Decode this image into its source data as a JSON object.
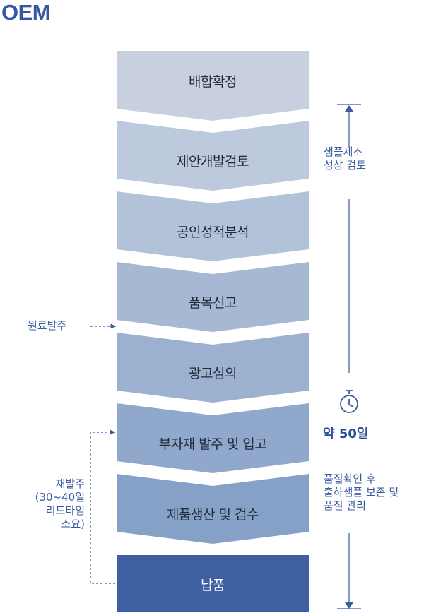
{
  "header": {
    "title": "OEM"
  },
  "steps": [
    {
      "label": "배합확정",
      "color": "#c8d0e0"
    },
    {
      "label": "제안개발검토",
      "color": "#bdc9dc"
    },
    {
      "label": "공인성적분석",
      "color": "#b2c2d8"
    },
    {
      "label": "품목신고",
      "color": "#a6b8d2"
    },
    {
      "label": "광고심의",
      "color": "#9bb1cf"
    },
    {
      "label": "부자재 발주 및 입고",
      "color": "#90a8cb"
    },
    {
      "label": "제품생산 및 검수",
      "color": "#85a1c7"
    },
    {
      "label": "납품",
      "color": "#3f5fa3"
    }
  ],
  "left_notes": {
    "raw_material_order": "원료발주",
    "reorder": [
      "재발주",
      "(30~40일",
      "리드타임",
      "소요)"
    ]
  },
  "right_notes": {
    "sample_review": [
      "샘플제조",
      "성상 검토"
    ],
    "duration": "약 50일",
    "quality_check": [
      "품질확인 후",
      "출하샘플 보존 및",
      "품질 관리"
    ]
  },
  "icons": {
    "timer": "stopwatch-icon"
  },
  "colors": {
    "accent": "#3557a3",
    "line": "#3a5aa2"
  }
}
